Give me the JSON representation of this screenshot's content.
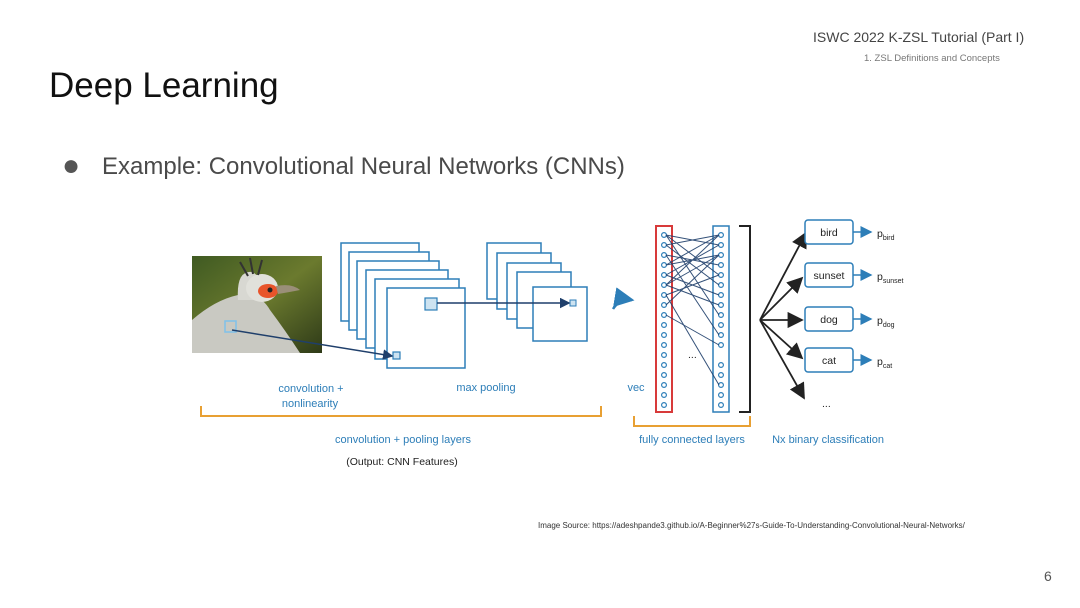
{
  "header": {
    "title": "ISWC 2022 K-ZSL Tutorial  (Part I)",
    "subtitle": "1. ZSL Definitions and Concepts"
  },
  "slide": {
    "title": "Deep Learning",
    "bullet": "Example: Convolutional Neural Networks (CNNs)",
    "page_number": "6",
    "image_source": "Image Source: https://adeshpande3.github.io/A-Beginner%27s-Guide-To-Understanding-Convolutional-Neural-Networks/"
  },
  "diagram": {
    "labels": {
      "convolution_line1": "convolution +",
      "convolution_line2": "nonlinearity",
      "max_pooling": "max pooling",
      "vec": "vec",
      "conv_pool_layers": "convolution + pooling layers",
      "output_note": "(Output: CNN Features)",
      "fully_connected": "fully connected layers",
      "binary_classification": "Nx binary classification",
      "hidden_ellipsis": "...",
      "class_ellipsis": "..."
    },
    "classes": [
      {
        "name": "bird",
        "prob": "p",
        "sub": "bird"
      },
      {
        "name": "sunset",
        "prob": "p",
        "sub": "sunset"
      },
      {
        "name": "dog",
        "prob": "p",
        "sub": "dog"
      },
      {
        "name": "cat",
        "prob": "p",
        "sub": "cat"
      }
    ],
    "colors": {
      "blue": "#2d7eb8",
      "orange": "#e8a033",
      "red": "#d83a3a"
    }
  }
}
